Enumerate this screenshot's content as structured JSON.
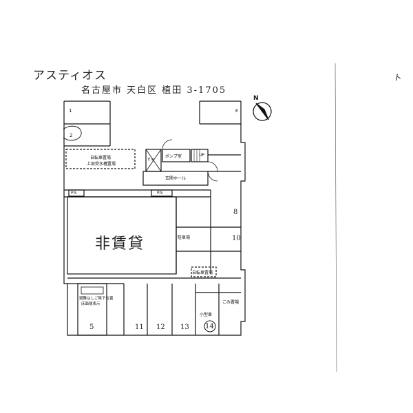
{
  "header": {
    "title": "アスティオス",
    "address": "名古屋市 天白区 植田 3-1705",
    "side_note": "ト"
  },
  "plan": {
    "north_label": "N",
    "rooms": {
      "bicycle_tank": "自転車置場",
      "bicycle_tank_sub": "上部受水槽置場",
      "pump_room": "ポンプ室",
      "up": "UP",
      "ev": "E.V",
      "entrance_hall": "玄関ホール",
      "ps_left": "P.S",
      "ps_right": "P.S",
      "non_rental": "非賃貸",
      "parking": "駐車場",
      "bicycle": "自転車置場",
      "garbage": "ごみ置場",
      "small_car": "小型車",
      "evacuation_1": "避難はしご降下位置",
      "evacuation_2": "床面積表示"
    },
    "spaces": {
      "s1": "1",
      "s2": "2",
      "s3": "3",
      "s8": "8",
      "s10": "10",
      "s5": "5",
      "s11": "11",
      "s12": "12",
      "s13": "13",
      "s14": "14"
    }
  }
}
